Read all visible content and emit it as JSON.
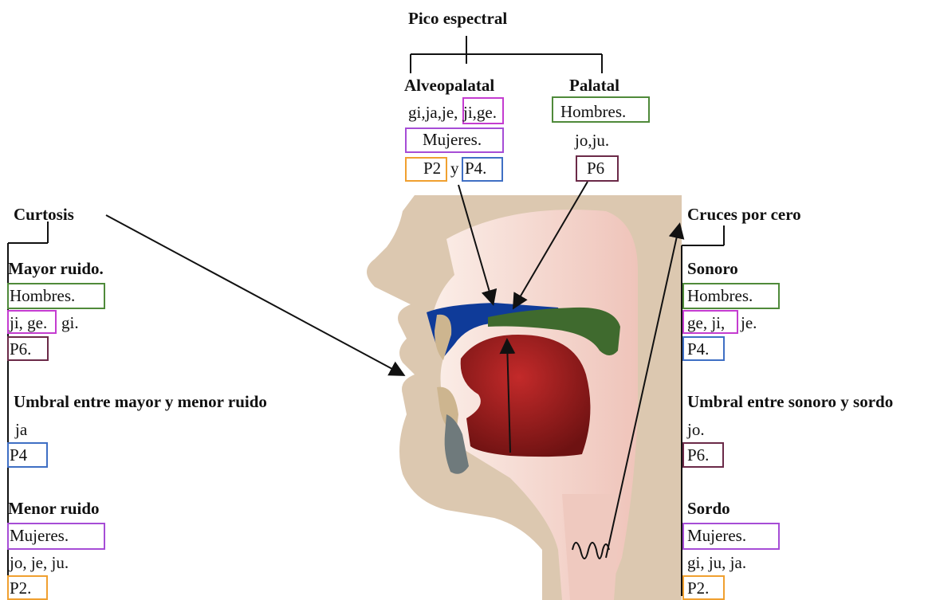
{
  "colors": {
    "hombres": "#4f8a3a",
    "mujeres": "#a64dd6",
    "ji_ge": "#c43cd0",
    "p2": "#f0a030",
    "p4": "#3f6fc4",
    "p6": "#6b2a48",
    "skin": "#dcc8b0",
    "throat": "#efc9bf",
    "tongue": "#8a1a1a",
    "palate_blue": "#0f3b99",
    "palate_green": "#3f6a2e"
  },
  "pico": {
    "title": "Pico espectral",
    "alveo": {
      "title": "Alveopalatal",
      "line1": "gi,ja,je,",
      "line1_boxed": "ji,ge.",
      "group": "Mujeres.",
      "p2": "P2",
      "y": "y",
      "p4": "P4."
    },
    "palatal": {
      "title": "Palatal",
      "group": "Hombres.",
      "line": "jo,ju.",
      "p6": "P6"
    }
  },
  "curtosis": {
    "title": "Curtosis",
    "mayor": {
      "title": "Mayor ruido.",
      "group": "Hombres.",
      "boxed": "ji, ge.",
      "rest": "gi.",
      "p": "P6."
    },
    "umbral": {
      "title": "Umbral entre mayor y menor ruido",
      "line": "ja",
      "p": "P4"
    },
    "menor": {
      "title": "Menor ruido",
      "group": "Mujeres.",
      "line": "jo, je, ju.",
      "p": "P2."
    }
  },
  "cruces": {
    "title": "Cruces por cero",
    "sonoro": {
      "title": "Sonoro",
      "group": "Hombres.",
      "boxed": "ge, ji,",
      "rest": "je.",
      "p": "P4."
    },
    "umbral": {
      "title": "Umbral entre sonoro y sordo",
      "line": "jo.",
      "p": "P6."
    },
    "sordo": {
      "title": "Sordo",
      "group": "Mujeres.",
      "line": "gi, ju, ja.",
      "p": "P2."
    }
  }
}
